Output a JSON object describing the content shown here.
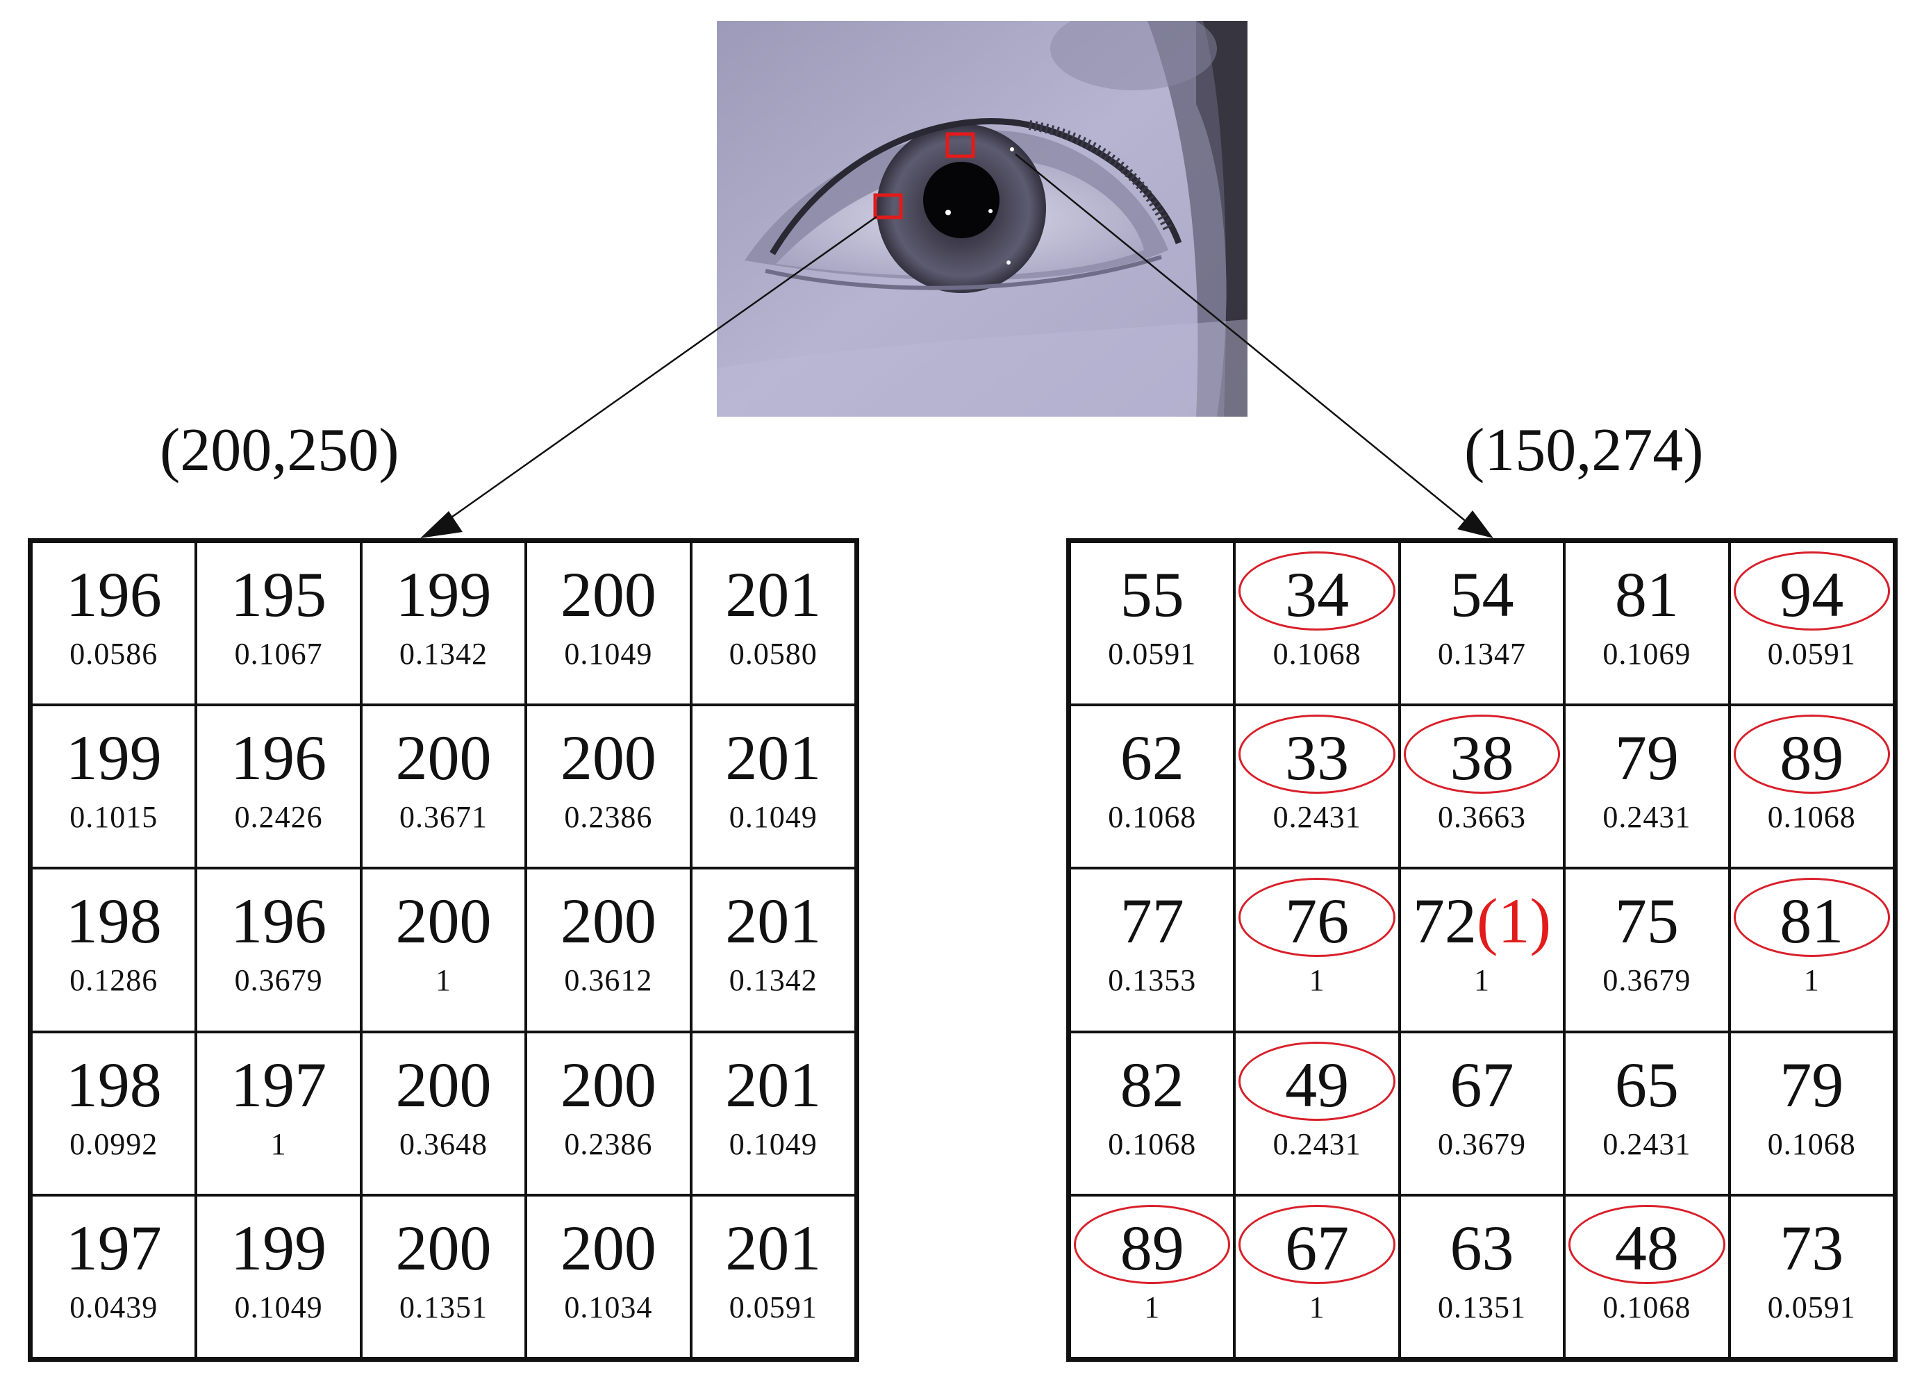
{
  "left_panel": {
    "coord": "(200,250)",
    "rows": [
      [
        {
          "v": "196",
          "w": "0.0586"
        },
        {
          "v": "195",
          "w": "0.1067"
        },
        {
          "v": "199",
          "w": "0.1342"
        },
        {
          "v": "200",
          "w": "0.1049"
        },
        {
          "v": "201",
          "w": "0.0580"
        }
      ],
      [
        {
          "v": "199",
          "w": "0.1015"
        },
        {
          "v": "196",
          "w": "0.2426"
        },
        {
          "v": "200",
          "w": "0.3671"
        },
        {
          "v": "200",
          "w": "0.2386"
        },
        {
          "v": "201",
          "w": "0.1049"
        }
      ],
      [
        {
          "v": "198",
          "w": "0.1286"
        },
        {
          "v": "196",
          "w": "0.3679"
        },
        {
          "v": "200",
          "w": "1"
        },
        {
          "v": "200",
          "w": "0.3612"
        },
        {
          "v": "201",
          "w": "0.1342"
        }
      ],
      [
        {
          "v": "198",
          "w": "0.0992"
        },
        {
          "v": "197",
          "w": "1"
        },
        {
          "v": "200",
          "w": "0.3648"
        },
        {
          "v": "200",
          "w": "0.2386"
        },
        {
          "v": "201",
          "w": "0.1049"
        }
      ],
      [
        {
          "v": "197",
          "w": "0.0439"
        },
        {
          "v": "199",
          "w": "0.1049"
        },
        {
          "v": "200",
          "w": "0.1351"
        },
        {
          "v": "200",
          "w": "0.1034"
        },
        {
          "v": "201",
          "w": "0.0591"
        }
      ]
    ]
  },
  "right_panel": {
    "coord": "(150,274)",
    "rows": [
      [
        {
          "v": "55",
          "w": "0.0591"
        },
        {
          "v": "34",
          "w": "0.1068",
          "c": true
        },
        {
          "v": "54",
          "w": "0.1347"
        },
        {
          "v": "81",
          "w": "0.1069"
        },
        {
          "v": "94",
          "w": "0.0591",
          "c": true
        }
      ],
      [
        {
          "v": "62",
          "w": "0.1068"
        },
        {
          "v": "33",
          "w": "0.2431",
          "c": true
        },
        {
          "v": "38",
          "w": "0.3663",
          "c": true
        },
        {
          "v": "79",
          "w": "0.2431"
        },
        {
          "v": "89",
          "w": "0.1068",
          "c": true
        }
      ],
      [
        {
          "v": "77",
          "w": "0.1353"
        },
        {
          "v": "76",
          "w": "1",
          "c": true
        },
        {
          "v": "72",
          "m": "(1)",
          "w": "1"
        },
        {
          "v": "75",
          "w": "0.3679"
        },
        {
          "v": "81",
          "w": "1",
          "c": true
        }
      ],
      [
        {
          "v": "82",
          "w": "0.1068"
        },
        {
          "v": "49",
          "w": "0.2431",
          "c": true
        },
        {
          "v": "67",
          "w": "0.3679"
        },
        {
          "v": "65",
          "w": "0.2431"
        },
        {
          "v": "79",
          "w": "0.1068"
        }
      ],
      [
        {
          "v": "89",
          "w": "1",
          "c": true
        },
        {
          "v": "67",
          "w": "1",
          "c": true
        },
        {
          "v": "63",
          "w": "0.1351"
        },
        {
          "v": "48",
          "w": "0.1068",
          "c": true
        },
        {
          "v": "73",
          "w": "0.0591"
        }
      ]
    ]
  },
  "colors": {
    "highlight": "#e21b1b",
    "line": "#111111"
  }
}
